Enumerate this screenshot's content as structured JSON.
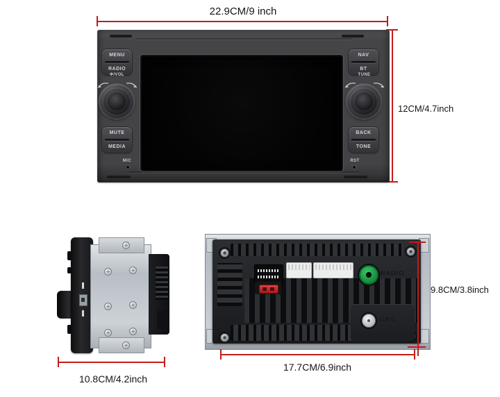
{
  "front_view": {
    "width_dimension": "22.9CM/9 inch",
    "height_dimension": "12CM/4.7inch",
    "buttons_left": [
      "MENU",
      "RADIO",
      "MUTE",
      "MEDIA"
    ],
    "buttons_right": [
      "NAV",
      "BT",
      "BACK",
      "TONE"
    ],
    "volume_knob_label": "Φ/VOL",
    "tune_knob_label": "TUNE",
    "mic_label": "MIC",
    "reset_label": "RST"
  },
  "side_view": {
    "width_dimension": "10.8CM/4.2inch"
  },
  "rear_view": {
    "width_dimension": "17.7CM/6.9inch",
    "height_dimension": "9.8CM/3.8inch",
    "radio_connector_label": "RADIO",
    "gps_connector_label": "GPS"
  },
  "colors": {
    "dimension_red": "#c41a1a",
    "body_gray": "#434346",
    "screen_black": "#040405",
    "cage_silver": "#c3c9cf",
    "radio_connector_green": "#1fae4e",
    "fuse_red": "#c22323"
  }
}
